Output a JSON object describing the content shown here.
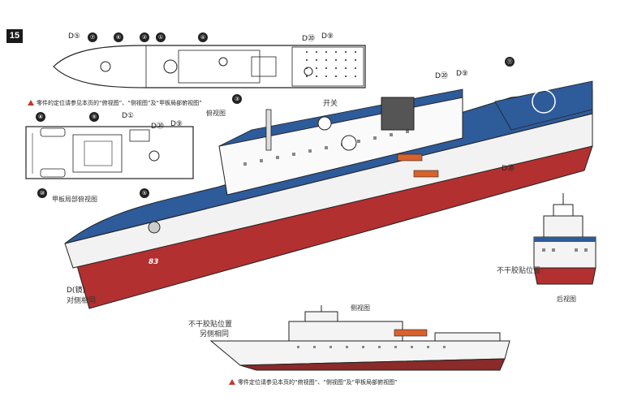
{
  "step_number": "15",
  "top_view": {
    "label": "俯视图",
    "switch_label": "开关",
    "markers": [
      "D⑤",
      "⑦",
      "⑥",
      "②",
      "①",
      "④",
      "D⑳",
      "D⑨",
      "③"
    ]
  },
  "top_note": "零件的定位请参见本页的“俯视图”、“侧视图”及“甲板局部俯视图”",
  "deck_view": {
    "label": "甲板局部俯视图",
    "markers": [
      "⑧",
      "⑨",
      "D①",
      "D⑳",
      "D⑨",
      "⑩",
      "⑤"
    ]
  },
  "main_view": {
    "markers": [
      "D⑳",
      "D⑨",
      "⑪",
      "D⑳"
    ],
    "hull_tag": "D(镜)",
    "hull_note": "对侧相同",
    "hull_number": "83"
  },
  "rear_view": {
    "label": "后视图",
    "position_note": "不干胶贴位置"
  },
  "side_view": {
    "label": "侧视图",
    "position_note": "不干胶贴位置",
    "opposite_note": "另侧相同"
  },
  "bottom_note": "零件定位请参见本页的“俯视图”、“侧视图”及“甲板局部俯视图”",
  "colors": {
    "deck_blue": "#2e5b9a",
    "hull_red": "#b2302f",
    "hull_white": "#f4f4f4",
    "outline": "#222222"
  }
}
